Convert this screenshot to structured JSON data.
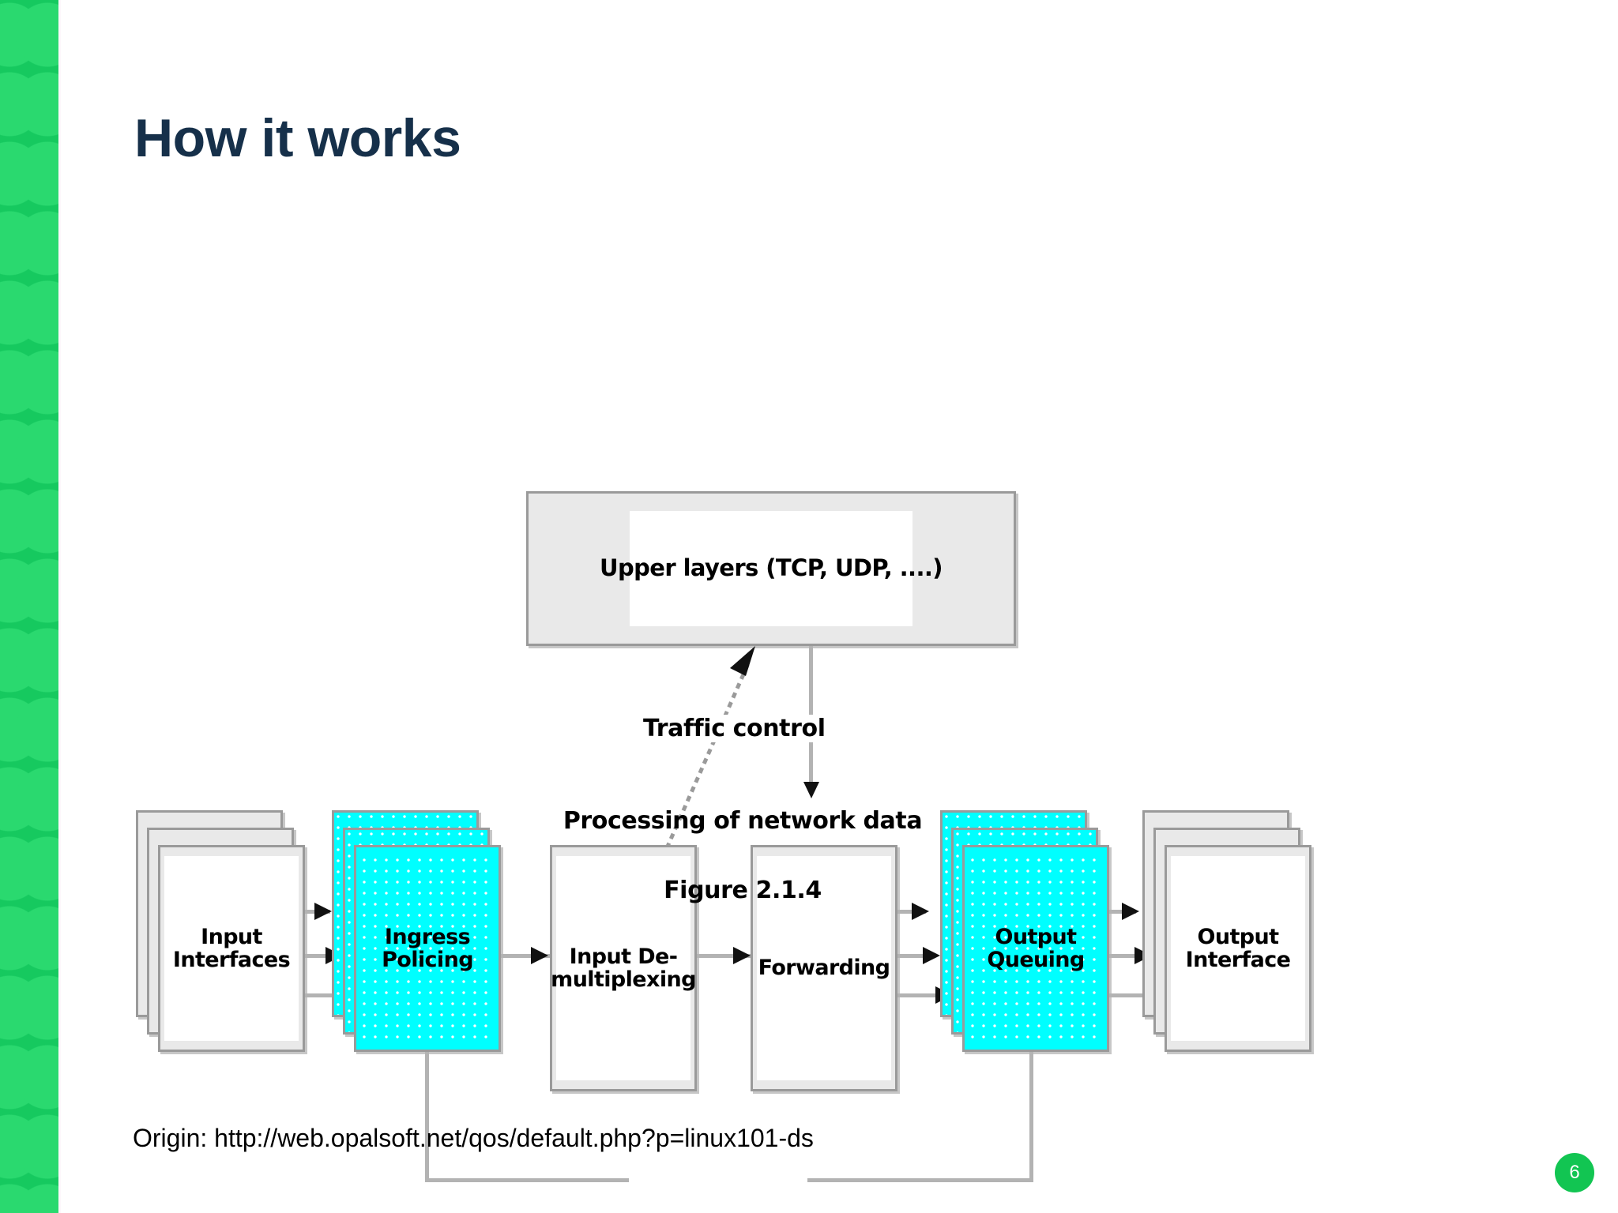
{
  "slide": {
    "title": "How it works",
    "page_number": "6",
    "origin": "Origin: http://web.opalsoft.net/qos/default.php?p=linux101-ds",
    "accent_green": "#16c95f",
    "title_color": "#16304a",
    "badge_color": "#12c552"
  },
  "figure": {
    "caption_main": "Processing of network data",
    "caption_number": "Figure 2.1.4",
    "traffic_control_label": "Traffic control",
    "highlight_color": "#00ffff",
    "box_fill": "#e9e9e9",
    "border_color": "#9a9a9a",
    "nodes": {
      "upper_layers": "Upper layers (TCP, UDP, ....)",
      "input_interfaces_l1": "Input",
      "input_interfaces_l2": "Interfaces",
      "ingress_policing_l1": "Ingress",
      "ingress_policing_l2": "Policing",
      "input_demux_l1": "Input De-",
      "input_demux_l2": "multiplexing",
      "forwarding": "Forwarding",
      "output_queuing_l1": "Output",
      "output_queuing_l2": "Queuing",
      "output_interface_l1": "Output",
      "output_interface_l2": "Interface"
    }
  }
}
